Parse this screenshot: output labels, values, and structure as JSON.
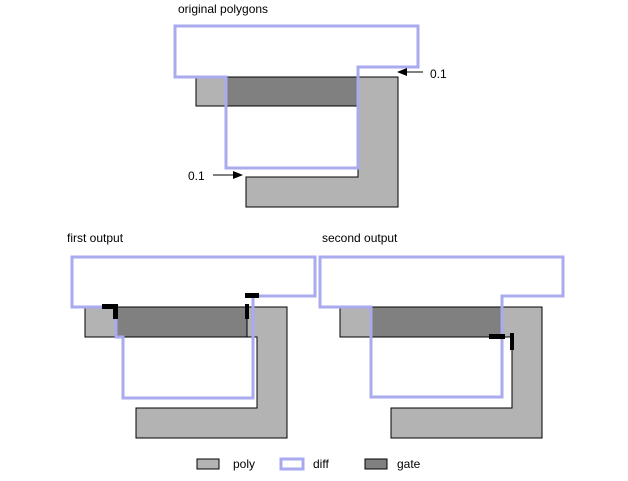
{
  "colors": {
    "poly": "#b3b3b3",
    "diff": "#aaaaee",
    "gate": "#808080",
    "stroke": "#000000",
    "marker": "#000000"
  },
  "panels": {
    "original": {
      "title": "original polygons"
    },
    "first": {
      "title": "first output"
    },
    "second": {
      "title": "second output"
    }
  },
  "annotations": {
    "upper_spacing": "0.1",
    "lower_spacing": "0.1"
  },
  "legend": [
    {
      "key": "poly",
      "label": "poly"
    },
    {
      "key": "diff",
      "label": "diff"
    },
    {
      "key": "gate",
      "label": "gate"
    }
  ]
}
